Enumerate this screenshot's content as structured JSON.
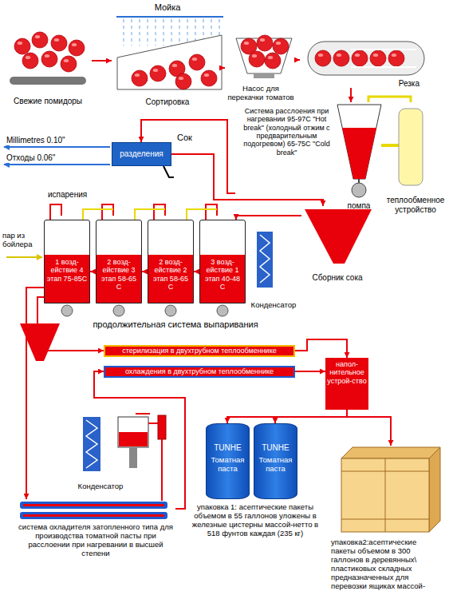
{
  "diagram": {
    "nodes": [
      {
        "text": [
          "Свежие помидоры"
        ]
      },
      {
        "text": [
          "Мойка",
          "Сортировка"
        ]
      },
      {
        "text": [
          "Насос для перекачки томатов"
        ]
      },
      {
        "text": [
          "Резка"
        ]
      },
      {
        "text": [
          "Система расслоения при нагревании 95-97С \"Hot break\" (холодный отжим с предварительным подогревом) 65-75С \"Cold break\"",
          "помпа"
        ]
      },
      {
        "text": [
          "теплообменное устройство"
        ]
      },
      {
        "text": [
          "разделения"
        ]
      },
      {
        "text": [
          "1 возд-ействие 4 этап 75-85С"
        ]
      },
      {
        "text": [
          "2 возд-ействие 3 этап 58-65 С"
        ]
      },
      {
        "text": [
          "2 возд-ействие 2 этап 58-65 С"
        ]
      },
      {
        "text": [
          "3 возд-ействие 1 этап 40-48 С"
        ]
      },
      {
        "text": [
          "Конденсатор"
        ]
      },
      {
        "text": [
          "Сборник сока"
        ]
      },
      {
        "text": [
          "стерилизация в двухтрубном теплообменнике"
        ]
      },
      {
        "text": [
          "охлаждения в двухтрубном теплообменнике"
        ]
      },
      {
        "text": [
          "напол-нительное устрой-ство"
        ]
      },
      {
        "text": [
          "Конденсатор"
        ]
      },
      {
        "text": [
          "система охладителя затопленного типа для производства томатной пасты при расслоении при нагревании в высшей степени"
        ]
      },
      {
        "text": [
          "TUNHE",
          "Томатная паста"
        ]
      },
      {
        "text": [
          "TUNHE",
          "Томатная паста"
        ]
      },
      {
        "text": [
          "упаковка2:асептические пакеты объемом в 300 галлонов в деревянных\\ пластиковых складных предназначенных для перевозки ящиках массой-"
        ]
      }
    ],
    "edges": [
      {
        "from": 0,
        "to": 1,
        "arrow": "to"
      },
      {
        "from": 1,
        "to": 2,
        "arrow": "to"
      },
      {
        "from": 2,
        "to": 3,
        "arrow": "to"
      },
      {
        "from": 3,
        "to": 4,
        "arrow": "to"
      },
      {
        "from": 4,
        "to": 5,
        "arrow": "none"
      },
      {
        "from": 4,
        "to": 6,
        "arrow": "to"
      },
      {
        "from": 6,
        "to": 12,
        "arrow": "to"
      },
      {
        "from": 12,
        "to": 10,
        "arrow": "to"
      },
      {
        "from": 10,
        "to": 9,
        "arrow": "to"
      },
      {
        "from": 9,
        "to": 8,
        "arrow": "to"
      },
      {
        "from": 8,
        "to": 7,
        "arrow": "to"
      },
      {
        "from": 7,
        "to": 13,
        "arrow": "to"
      },
      {
        "from": 7,
        "to": 17,
        "arrow": "to"
      },
      {
        "from": 17,
        "to": 14,
        "arrow": "to"
      },
      {
        "from": 13,
        "to": 15,
        "arrow": "to"
      },
      {
        "from": 14,
        "to": 15,
        "arrow": "to"
      },
      {
        "from": 15,
        "to": 18,
        "arrow": "to"
      },
      {
        "from": 15,
        "to": 19,
        "arrow": "to"
      },
      {
        "from": 15,
        "to": 20,
        "arrow": "to"
      }
    ],
    "labels": [
      "Millimetres 0.10\"",
      "Отходы 0.06\"",
      "Сок",
      "испарения",
      "пар из бойлера",
      "продолжительная система выпаривания",
      "упаковка 1: асептические пакеты объемом в 55 галлонов уложены в железные цистерны массой-нетто в 518 фунтов каждая (235 кг)"
    ]
  }
}
